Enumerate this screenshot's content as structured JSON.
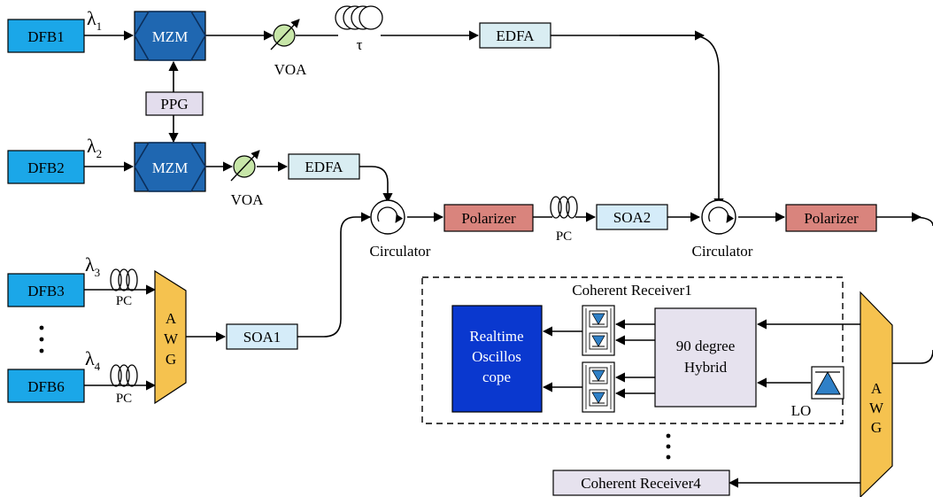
{
  "diagram": {
    "dfb": {
      "dfb1": "DFB1",
      "dfb2": "DFB2",
      "dfb3": "DFB3",
      "dfb6": "DFB6",
      "vdots": "⋮"
    },
    "lambda": {
      "l1": "λ",
      "l1_sub": "1",
      "l2": "λ",
      "l2_sub": "2",
      "l3": "λ",
      "l3_sub": "3",
      "l4": "λ",
      "l4_sub": "4"
    },
    "mzm": {
      "top": "MZM",
      "bottom": "MZM"
    },
    "ppg": "PPG",
    "voa": {
      "top": "VOA",
      "bottom": "VOA"
    },
    "tau": "τ",
    "edfa": {
      "top": "EDFA",
      "mid": "EDFA"
    },
    "pc": {
      "pc3": "PC",
      "pc4": "PC",
      "mid": "PC"
    },
    "awg_left": [
      "A",
      "W",
      "G"
    ],
    "awg_right": [
      "A",
      "W",
      "G"
    ],
    "soa1": "SOA1",
    "soa2": "SOA2",
    "circulator": {
      "left": "Circulator",
      "right": "Circulator"
    },
    "polarizer": {
      "left": "Polarizer",
      "right": "Polarizer"
    },
    "receiver1": "Coherent Receiver1",
    "oscilloscope": [
      "Realtime",
      "Oscillos",
      "cope"
    ],
    "hybrid": [
      "90 degree",
      "Hybrid"
    ],
    "lo": "LO",
    "receiver4": "Coherent Receiver4",
    "colors": {
      "dfb": "#1ba7e8",
      "mzm": "#1f67b1",
      "ppg": "#e3dded",
      "edfa": "#d9edf2",
      "soa": "#d5ecf9",
      "polarizer": "#d9847d",
      "awg": "#f5c24f",
      "oscilloscope": "#0a38cf",
      "hybrid": "#e6e2ee",
      "receiver4": "#e6e2ee",
      "pd": "#2f80c7"
    }
  }
}
